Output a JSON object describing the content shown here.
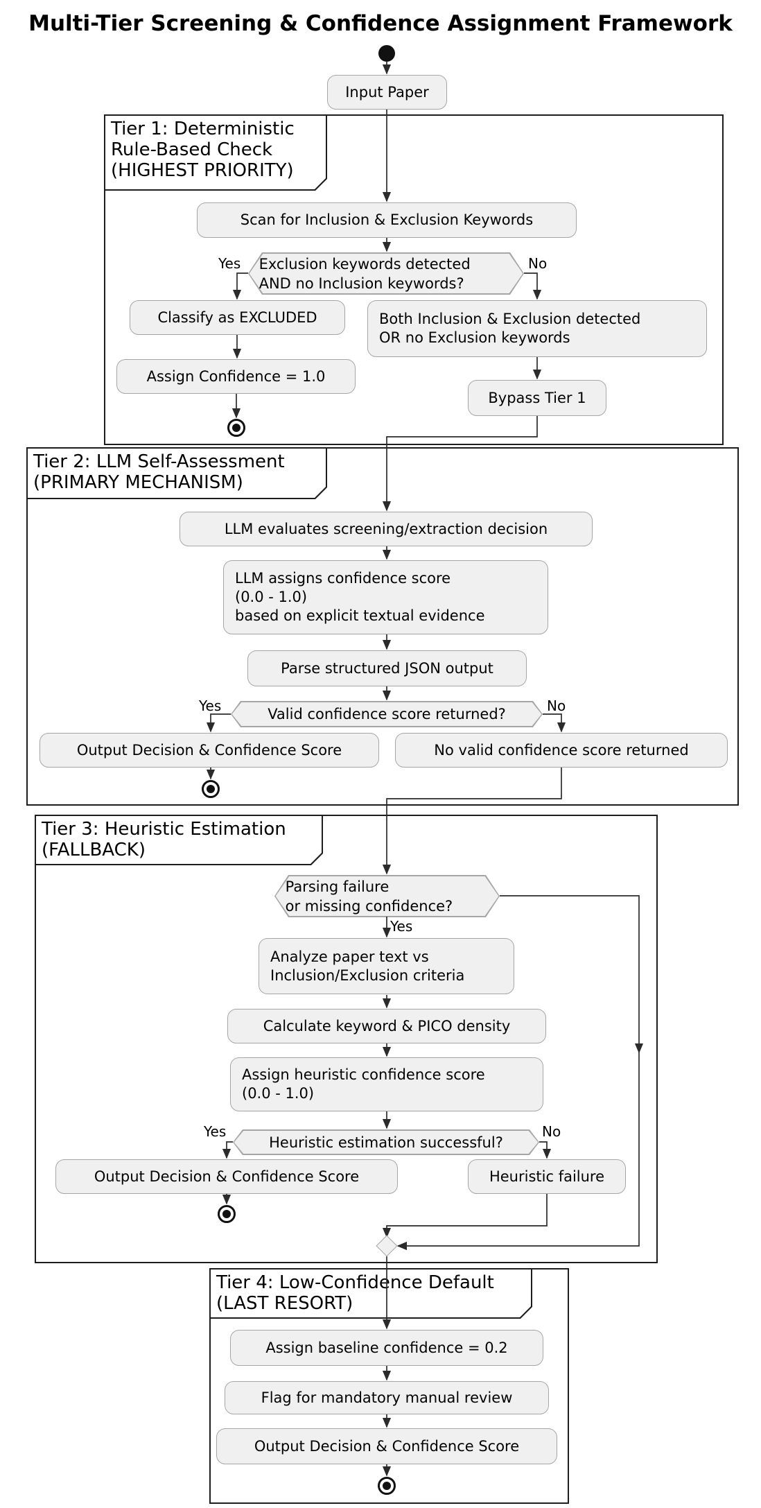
{
  "title": "Multi-Tier Screening & Confidence Assignment Framework",
  "edge_labels": {
    "yes": "Yes",
    "no": "No"
  },
  "colors": {
    "node_fill": "#f0f0f0",
    "node_border": "#a6a6a6",
    "line": "#2b2b2b",
    "partition_border": "#1c1c1c"
  },
  "flow": {
    "input_paper": "Input Paper"
  },
  "tier1": {
    "label": "Tier 1: Deterministic\nRule-Based Check\n(HIGHEST PRIORITY)",
    "scan": "Scan for Inclusion & Exclusion Keywords",
    "decision": "Exclusion keywords detected\nAND no Inclusion keywords?",
    "classify_excluded": "Classify as EXCLUDED",
    "both_detected": "Both Inclusion & Exclusion detected\nOR no Exclusion keywords",
    "assign_confidence": "Assign Confidence = 1.0",
    "bypass": "Bypass Tier 1"
  },
  "tier2": {
    "label": "Tier 2: LLM Self-Assessment\n(PRIMARY MECHANISM)",
    "evaluate": "LLM evaluates screening/extraction decision",
    "assign_score": "LLM assigns confidence score\n(0.0 - 1.0)\nbased on explicit textual evidence",
    "parse": "Parse structured JSON output",
    "decision": "Valid confidence score returned?",
    "output": "Output Decision & Confidence Score",
    "no_valid": "No valid confidence score returned"
  },
  "tier3": {
    "label": "Tier 3: Heuristic Estimation\n(FALLBACK)",
    "decision_parse": "Parsing failure\nor missing confidence?",
    "analyze": "Analyze paper text vs\nInclusion/Exclusion criteria",
    "calculate": "Calculate keyword & PICO density",
    "assign_heuristic": "Assign heuristic confidence score\n(0.0 - 1.0)",
    "decision_success": "Heuristic estimation successful?",
    "output": "Output Decision & Confidence Score",
    "failure": "Heuristic failure"
  },
  "tier4": {
    "label": "Tier 4: Low-Confidence Default\n(LAST RESORT)",
    "baseline": "Assign baseline confidence = 0.2",
    "flag": "Flag for mandatory manual review",
    "output": "Output Decision & Confidence Score"
  }
}
